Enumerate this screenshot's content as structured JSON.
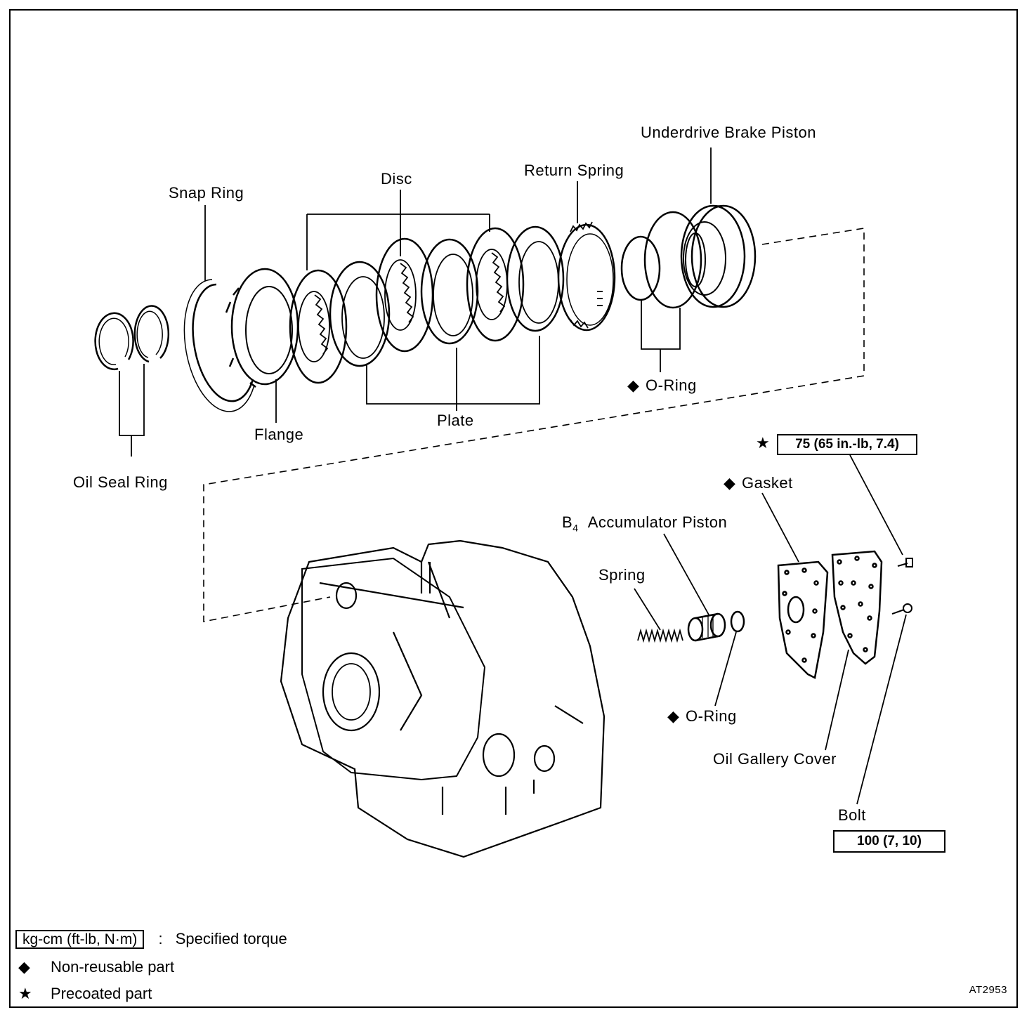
{
  "labels": {
    "underdrive_brake_piston": "Underdrive Brake Piston",
    "return_spring": "Return Spring",
    "disc": "Disc",
    "snap_ring": "Snap Ring",
    "oil_seal_ring": "Oil Seal Ring",
    "flange": "Flange",
    "plate": "Plate",
    "o_ring_piston": "O-Ring",
    "gasket": "Gasket",
    "b4_prefix": "B",
    "b4_subscript": "4",
    "b4_accumulator_piston": "Accumulator Piston",
    "spring": "Spring",
    "o_ring_accumulator": "O-Ring",
    "oil_gallery_cover": "Oil Gallery Cover",
    "bolt": "Bolt"
  },
  "torque": {
    "cover_bolt_precoated": "75 (65 in.-lb, 7.4)",
    "bolt": "100 (7, 10)"
  },
  "symbols": {
    "diamond": "◆",
    "star": "★"
  },
  "legend": {
    "torque_unit": "kg-cm (ft-lb, N·m)",
    "torque_separator": ":",
    "torque_desc": "Specified torque",
    "non_reusable": "Non-reusable part",
    "precoated": "Precoated part"
  },
  "ref_code": "AT2953"
}
